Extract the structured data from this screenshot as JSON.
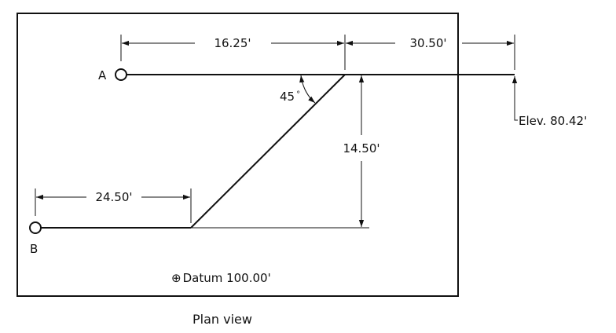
{
  "points": {
    "a_label": "A",
    "b_label": "B"
  },
  "dimensions": {
    "top_left": "16.25'",
    "top_right": "30.50'",
    "bottom_left": "24.50'",
    "vertical": "14.50'",
    "angle": "45",
    "angle_unit": "°"
  },
  "elevation_label": "Elev. 80.42'",
  "datum": {
    "symbol": "⊕",
    "label": "Datum 100.00'"
  },
  "caption": "Plan view"
}
